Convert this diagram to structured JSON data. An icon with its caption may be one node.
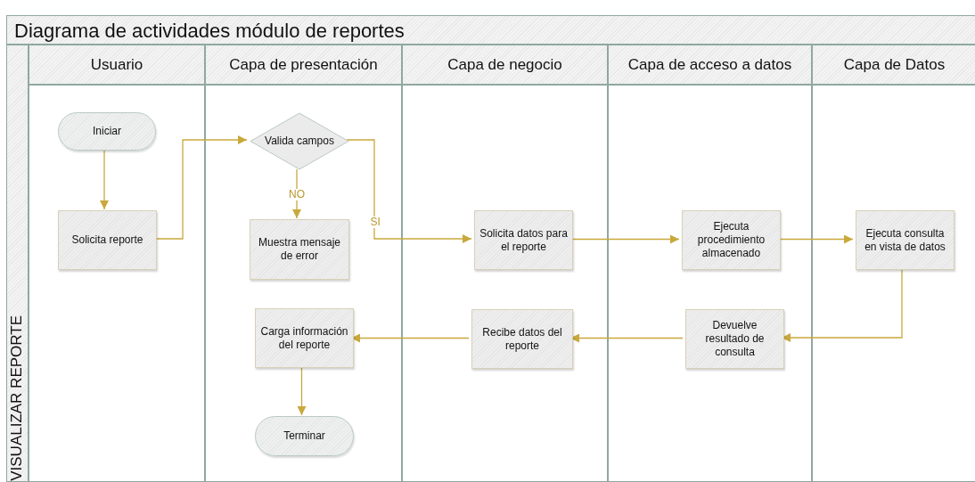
{
  "diagram": {
    "title": "Diagrama de actividades módulo de reportes",
    "nodes": [
      {
        "text": [
          "VISUALIZAR REPORTE"
        ]
      },
      {
        "text": [
          "Usuario"
        ],
        "in": 0
      },
      {
        "text": [
          "Capa de presentación"
        ],
        "in": 0
      },
      {
        "text": [
          "Capa de negocio"
        ],
        "in": 0
      },
      {
        "text": [
          "Capa de acceso a datos"
        ],
        "in": 0
      },
      {
        "text": [
          "Capa de Datos"
        ],
        "in": 0
      },
      {
        "text": [
          "Iniciar"
        ],
        "in": 1
      },
      {
        "text": [
          "Solicita reporte"
        ],
        "in": 1
      },
      {
        "text": [
          "Valida campos"
        ],
        "in": 2
      },
      {
        "text": [
          "Muestra mensaje de error"
        ],
        "in": 2
      },
      {
        "text": [
          "Solicita datos para el reporte"
        ],
        "in": 3
      },
      {
        "text": [
          "Ejecuta procedimiento almacenado"
        ],
        "in": 4
      },
      {
        "text": [
          "Ejecuta consulta en vista de datos"
        ],
        "in": 5
      },
      {
        "text": [
          "Devuelve resultado de consulta"
        ],
        "in": 4
      },
      {
        "text": [
          "Recibe datos del reporte"
        ],
        "in": 3
      },
      {
        "text": [
          "Carga información del reporte"
        ],
        "in": 2
      },
      {
        "text": [
          "Terminar"
        ],
        "in": 2
      }
    ],
    "edges": [
      {
        "from": 6,
        "to": 7,
        "arrow": "to"
      },
      {
        "from": 7,
        "to": 8,
        "arrow": "to"
      },
      {
        "from": 8,
        "to": 9,
        "arrow": "to",
        "label": "NO"
      },
      {
        "from": 8,
        "to": 10,
        "arrow": "to",
        "label": "SI"
      },
      {
        "from": 10,
        "to": 11,
        "arrow": "to"
      },
      {
        "from": 11,
        "to": 12,
        "arrow": "to"
      },
      {
        "from": 12,
        "to": 13,
        "arrow": "to"
      },
      {
        "from": 13,
        "to": 14,
        "arrow": "to"
      },
      {
        "from": 14,
        "to": 15,
        "arrow": "to"
      },
      {
        "from": 15,
        "to": 16,
        "arrow": "to"
      }
    ]
  }
}
